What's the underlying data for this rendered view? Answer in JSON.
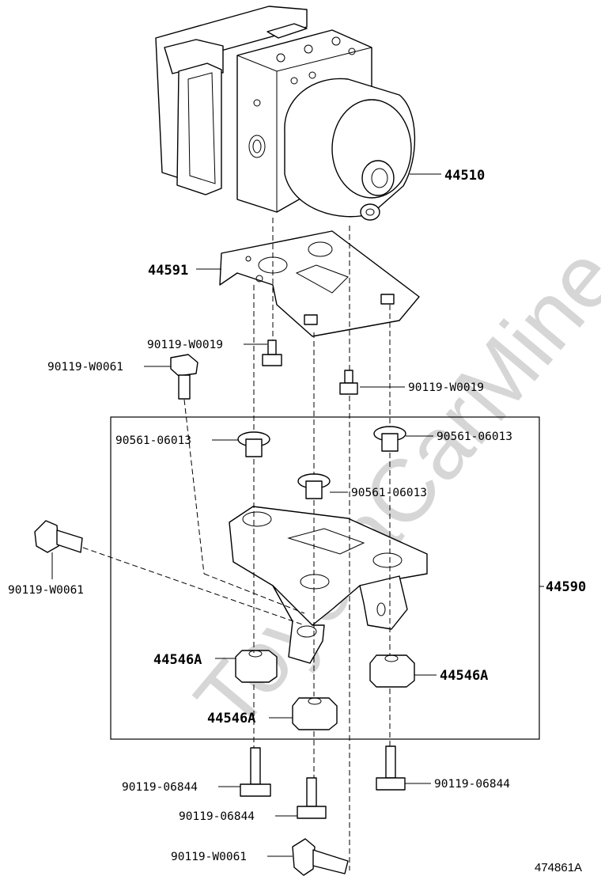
{
  "watermark": "ToyotaCarMine.ru",
  "figure_id": "474861A",
  "labels": {
    "abs_actuator": "44510",
    "upper_bracket": "44591",
    "bracket_assy": "44590",
    "bolt_w0019_left": "90119-W0019",
    "bolt_w0061_top": "90119-W0061",
    "bolt_w0019_right": "90119-W0019",
    "collar_left": "90561-06013",
    "collar_right": "90561-06013",
    "collar_center": "90561-06013",
    "bolt_w0061_side": "90119-W0061",
    "cushion_left": "44546A",
    "cushion_right": "44546A",
    "cushion_center": "44546A",
    "bolt_06844_left": "90119-06844",
    "bolt_06844_right": "90119-06844",
    "bolt_06844_center": "90119-06844",
    "bolt_w0061_bottom": "90119-W0061"
  },
  "icons": [
    "abs-actuator-icon",
    "bracket-icon",
    "bolt-icon",
    "collar-icon",
    "cushion-icon"
  ]
}
